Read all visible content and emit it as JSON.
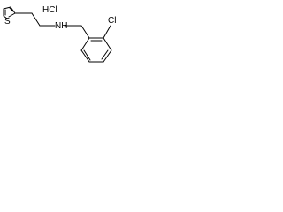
{
  "molecule": {
    "salt_label": "HCl",
    "atoms": {
      "sulfur": "S",
      "amine": "NH",
      "chlorine": "Cl"
    }
  }
}
